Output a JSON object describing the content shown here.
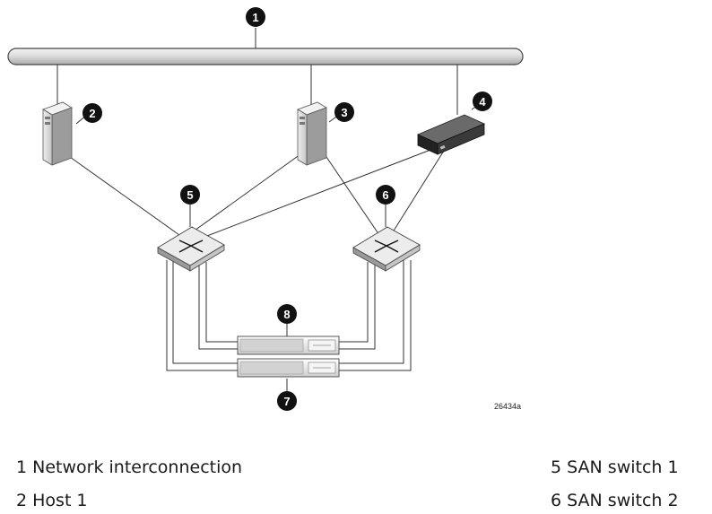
{
  "diagram": {
    "callouts": [
      "1",
      "2",
      "3",
      "4",
      "5",
      "6",
      "7",
      "8"
    ],
    "figure_id": "26434a",
    "colors": {
      "line": "#333333",
      "callout": "#111111",
      "host_body": "#d6d6d6",
      "switch_body": "#e6e6e6",
      "array_body": "#ececec",
      "appliance_body": "#2e2e2e"
    },
    "icons": [
      "network-bus-icon",
      "host-server-icon",
      "host-server-icon",
      "appliance-icon",
      "san-switch-icon",
      "san-switch-icon",
      "storage-array-icon",
      "storage-array-icon"
    ]
  },
  "legend": {
    "left": [
      "1 Network interconnection",
      "2 Host 1"
    ],
    "right": [
      "5 SAN switch 1",
      "6 SAN switch 2"
    ]
  }
}
